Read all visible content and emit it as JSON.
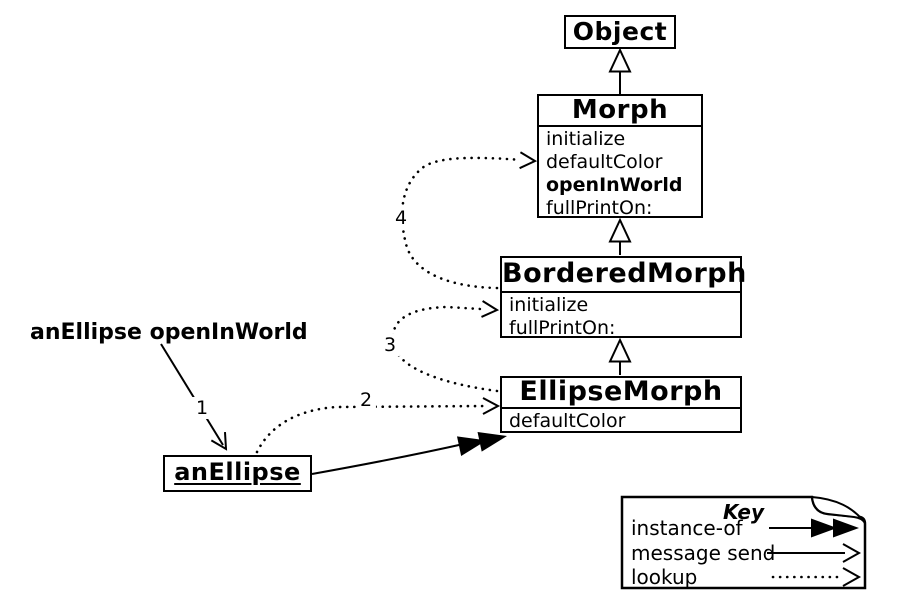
{
  "diagram": {
    "expression": "anEllipse openInWorld",
    "classes": {
      "object": {
        "name": "Object"
      },
      "morph": {
        "name": "Morph",
        "methods": [
          "initialize",
          "defaultColor",
          "openInWorld",
          "fullPrintOn:"
        ]
      },
      "bordered_morph": {
        "name": "BorderedMorph",
        "methods": [
          "initialize",
          "fullPrintOn:"
        ]
      },
      "ellipse_morph": {
        "name": "EllipseMorph",
        "methods": [
          "defaultColor"
        ]
      }
    },
    "instance": {
      "name": "anEllipse"
    },
    "step_labels": {
      "send": "1",
      "lookup_ellipse": "2",
      "lookup_bordered": "3",
      "lookup_morph": "4"
    }
  },
  "key": {
    "title": "Key",
    "items": [
      {
        "label": "instance-of",
        "arrow": "solid-double-filled-arrowhead"
      },
      {
        "label": "message send",
        "arrow": "solid-open-arrowhead"
      },
      {
        "label": "lookup",
        "arrow": "dotted-open-arrowhead"
      }
    ]
  },
  "colors": {
    "background": "#ffffff",
    "line": "#000000",
    "box_fill": "#ffffff",
    "text": "#000000"
  }
}
